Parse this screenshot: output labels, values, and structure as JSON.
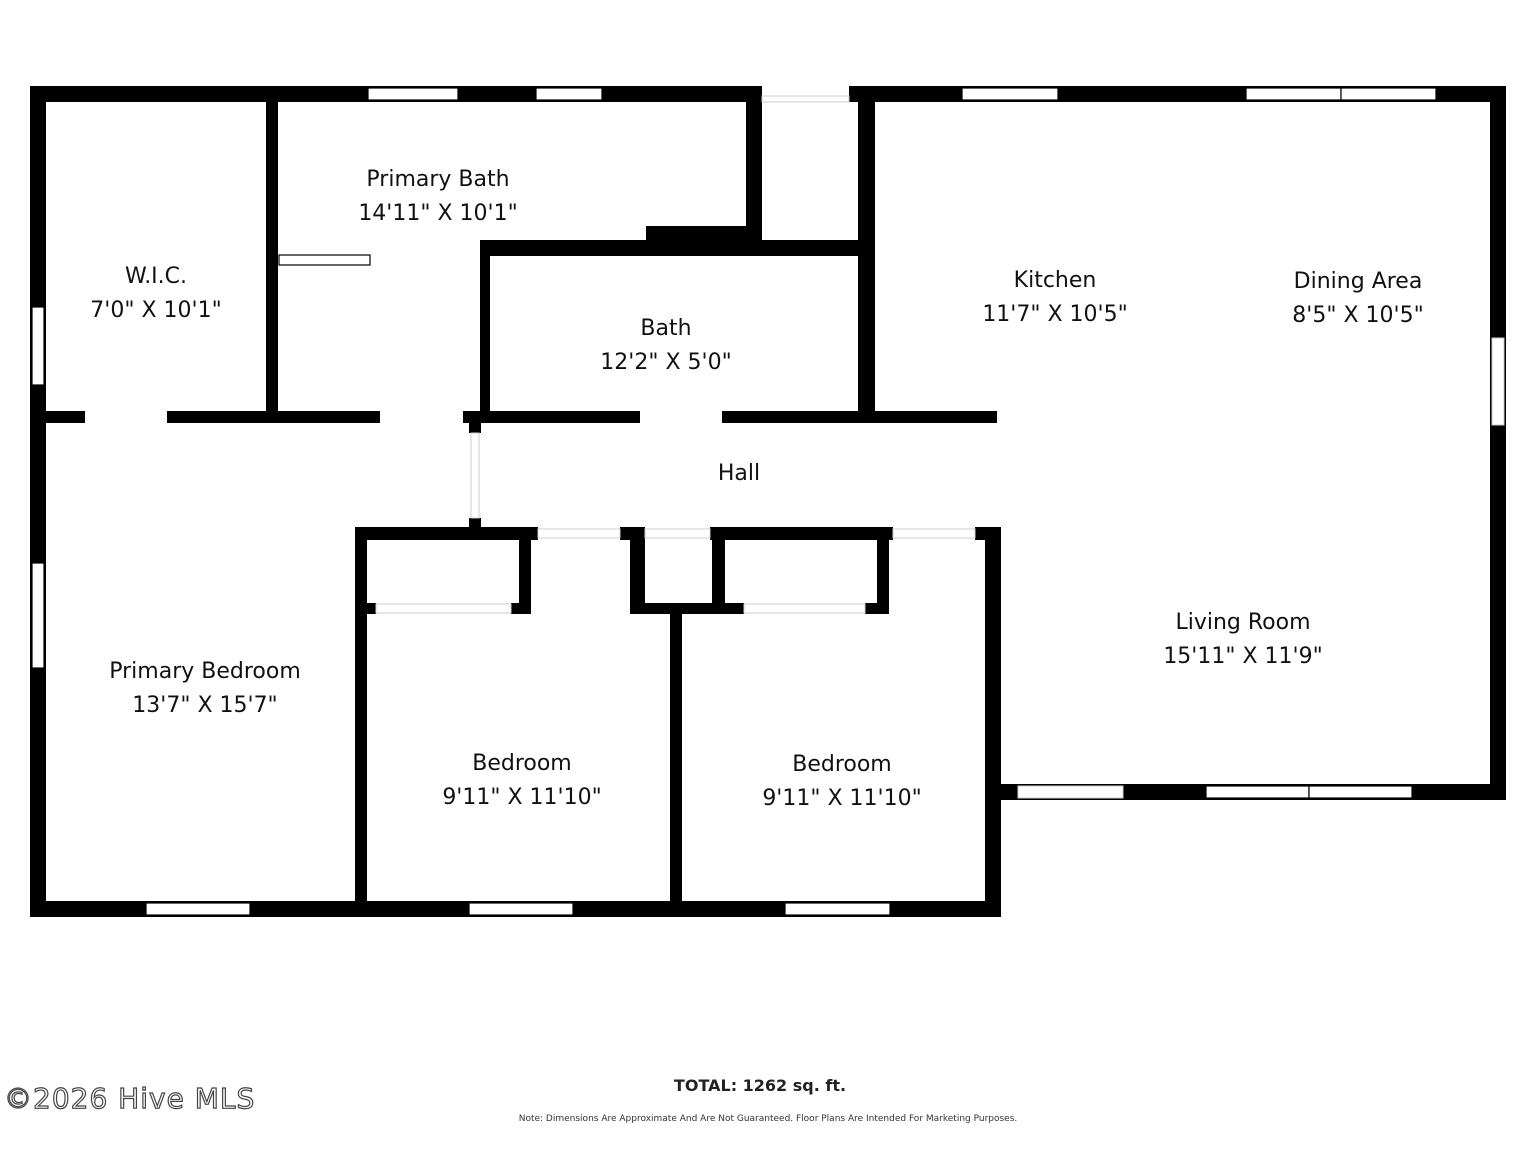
{
  "rooms": [
    {
      "name": "Primary Bath",
      "dims": "14'11\" X 10'1\""
    },
    {
      "name": "W.I.C.",
      "dims": "7'0\" X 10'1\""
    },
    {
      "name": "Bath",
      "dims": "12'2\" X 5'0\""
    },
    {
      "name": "Kitchen",
      "dims": "11'7\" X 10'5\""
    },
    {
      "name": "Dining Area",
      "dims": "8'5\" X 10'5\""
    },
    {
      "name": "Hall",
      "dims": ""
    },
    {
      "name": "Living Room",
      "dims": "15'11\" X 11'9\""
    },
    {
      "name": "Primary Bedroom",
      "dims": "13'7\" X 15'7\""
    },
    {
      "name": "Bedroom",
      "dims": "9'11\" X 11'10\""
    },
    {
      "name": "Bedroom",
      "dims": "9'11\" X 11'10\""
    }
  ],
  "footer": {
    "total": "TOTAL: 1262 sq. ft.",
    "note": "Note: Dimensions Are Approximate And Are Not Guaranteed. Floor Plans Are Intended For Marketing Purposes.",
    "copyright": "©2026 Hive MLS"
  }
}
